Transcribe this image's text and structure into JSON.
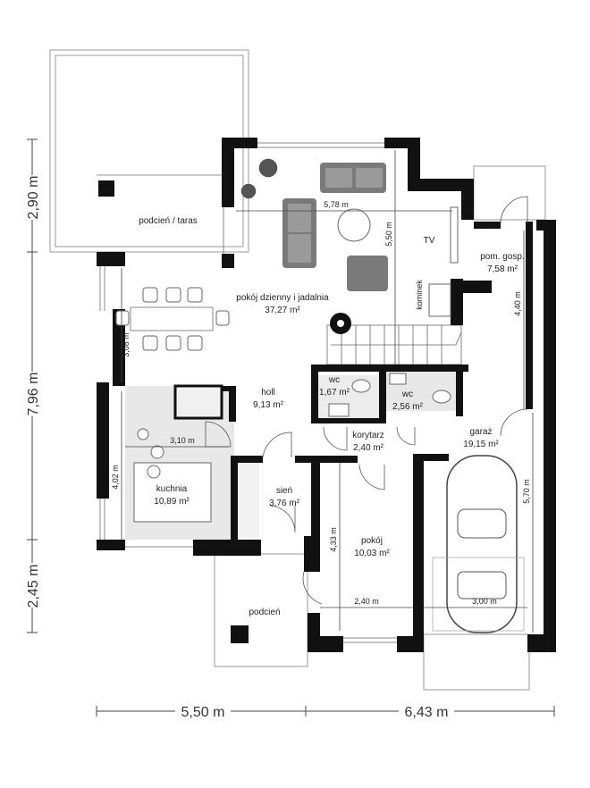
{
  "rooms": {
    "terrace": {
      "name": "podcień / taras"
    },
    "living": {
      "name": "pokój dzienny i jadalnia",
      "area": "37,27 m²"
    },
    "kitchen": {
      "name": "kuchnia",
      "area": "10,89 m²"
    },
    "hall": {
      "name": "holl",
      "area": "9,13 m²"
    },
    "wc1": {
      "name": "wc",
      "area": "1,67 m²"
    },
    "wc2": {
      "name": "wc",
      "area": "2,56 m²"
    },
    "corridor": {
      "name": "korytarz",
      "area": "2,40 m²"
    },
    "vestibule": {
      "name": "sień",
      "area": "3,76 m²"
    },
    "room": {
      "name": "pokój",
      "area": "10,03 m²"
    },
    "utility": {
      "name": "pom. gosp.",
      "area": "7,58 m²"
    },
    "garage": {
      "name": "garaż",
      "area": "19,15 m²"
    },
    "porch": {
      "name": "podcień"
    }
  },
  "labels": {
    "tv": "TV",
    "fireplace": "kominek"
  },
  "inner_dims": {
    "living_w": "5,78 m",
    "living_h": "5,50 m",
    "dining_h": "3,08 m",
    "kitchen_w": "3,10 m",
    "kitchen_h": "4,02 m",
    "room_h": "4,33 m",
    "room_w": "2,40 m",
    "garage_w": "3,00 m",
    "utility_h": "4,40 m",
    "garage_h": "5,70 m"
  },
  "outer_dims": {
    "left_top": "2,90 m",
    "left_mid": "7,96 m",
    "left_bot": "2,45 m",
    "bottom_left": "5,50 m",
    "bottom_right": "6,43 m"
  },
  "colors": {
    "wall": "#111111",
    "floor": "#e6e6e6",
    "furniture": "#6f6f6f"
  }
}
